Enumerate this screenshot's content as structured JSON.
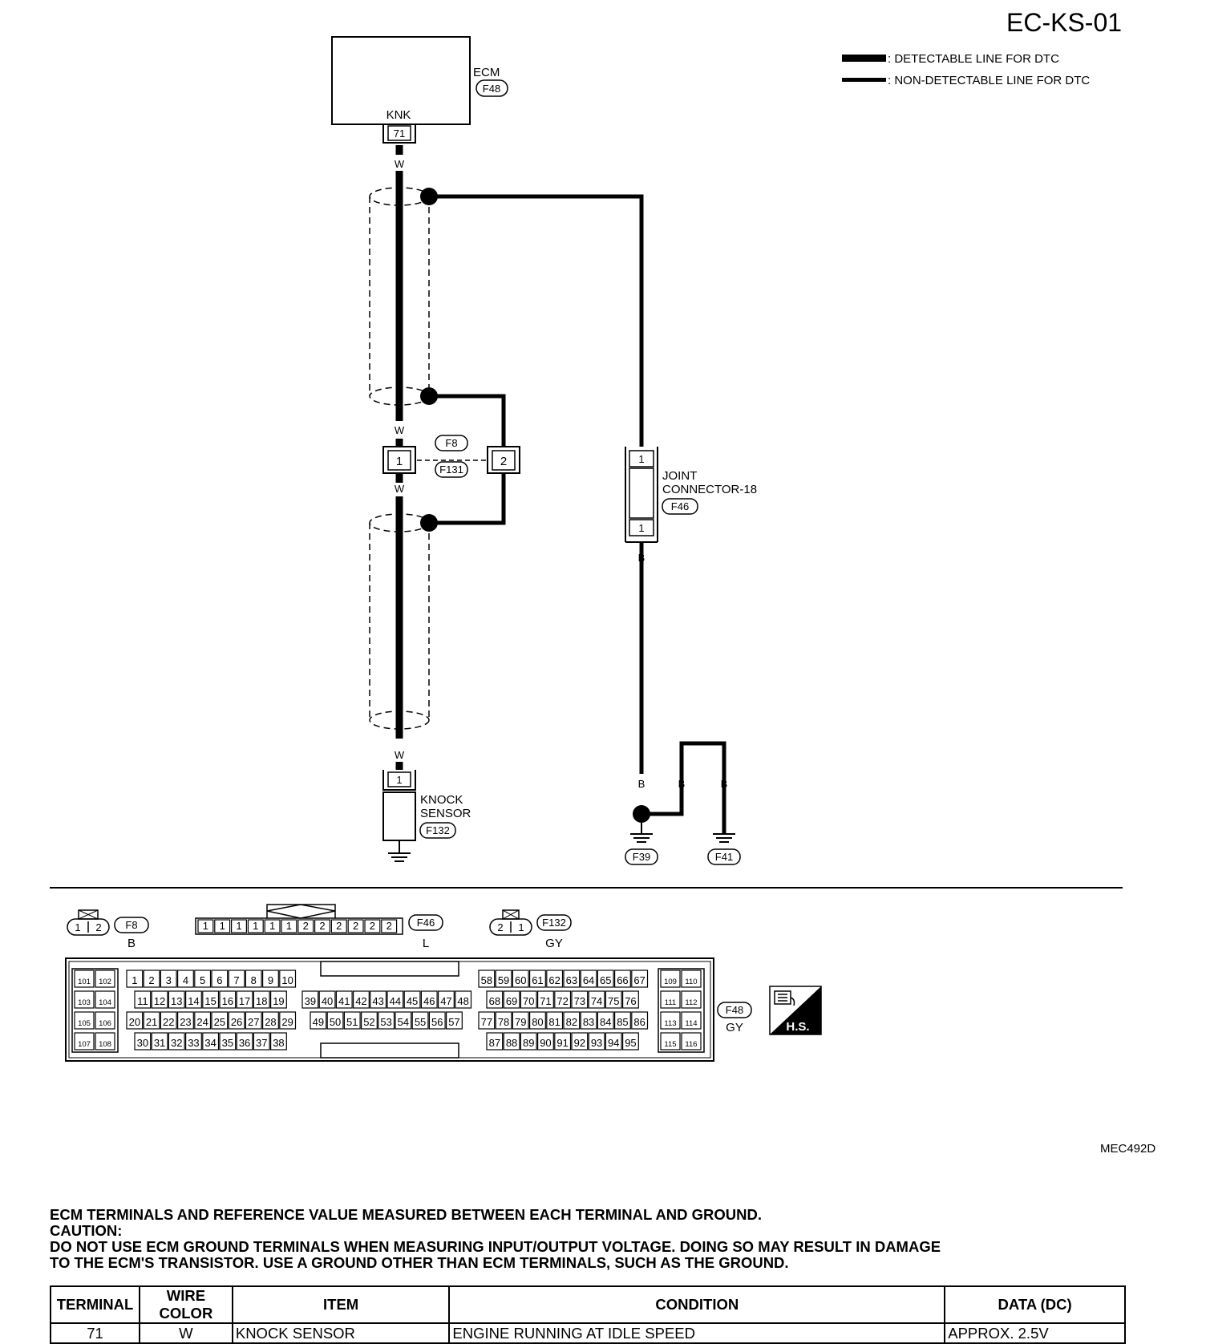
{
  "diagram_code": "EC-KS-01",
  "figure_id": "MEC492D",
  "legend": {
    "detectable": ": DETECTABLE LINE FOR DTC",
    "non_detectable": ": NON-DETECTABLE LINE FOR DTC"
  },
  "ecm": {
    "label": "ECM",
    "connector": "F48",
    "terminal_name": "KNK",
    "terminal": "71"
  },
  "wires": {
    "ecm_to_sensor": "W",
    "w2": "W",
    "w3": "W",
    "w4": "W",
    "ground_b1": "B",
    "ground_b2": "B",
    "ground_b3": "B",
    "ground_b4": "B"
  },
  "inline_connector": {
    "top": "F8",
    "bottom": "F131",
    "pin_left": "1",
    "pin_right": "2"
  },
  "joint_connector": {
    "label1": "JOINT",
    "label2": "CONNECTOR-18",
    "connector": "F46",
    "pin_top": "1",
    "pin_bottom": "1"
  },
  "knock_sensor": {
    "label1": "KNOCK",
    "label2": "SENSOR",
    "connector": "F132",
    "pin": "1"
  },
  "grounds": {
    "g1": "F39",
    "g2": "F41"
  },
  "connector_views": {
    "f8": {
      "id": "F8",
      "color": "B",
      "pins": [
        "1",
        "2"
      ]
    },
    "f46": {
      "id": "F46",
      "color": "L",
      "pins": [
        "1",
        "1",
        "1",
        "1",
        "1",
        "1",
        "2",
        "2",
        "2",
        "2",
        "2",
        "2"
      ]
    },
    "f132": {
      "id": "F132",
      "color": "GY",
      "pins": [
        "2",
        "1"
      ]
    },
    "f48": {
      "id": "F48",
      "color": "GY"
    }
  },
  "ecm_connector_pins": {
    "left_col1": [
      "101",
      "103",
      "105",
      "107"
    ],
    "left_col2": [
      "102",
      "104",
      "106",
      "108"
    ],
    "b1_row1": [
      "1",
      "2",
      "3",
      "4",
      "5",
      "6",
      "7",
      "8",
      "9",
      "10"
    ],
    "b1_row2": [
      "11",
      "12",
      "13",
      "14",
      "15",
      "16",
      "17",
      "18",
      "19"
    ],
    "b1_row3": [
      "20",
      "21",
      "22",
      "23",
      "24",
      "25",
      "26",
      "27",
      "28",
      "29"
    ],
    "b1_row4": [
      "30",
      "31",
      "32",
      "33",
      "34",
      "35",
      "36",
      "37",
      "38"
    ],
    "b2_row1": [
      "39",
      "40",
      "41",
      "42",
      "43",
      "44",
      "45",
      "46",
      "47",
      "48"
    ],
    "b2_row2": [
      "49",
      "50",
      "51",
      "52",
      "53",
      "54",
      "55",
      "56",
      "57"
    ],
    "b3_row1": [
      "58",
      "59",
      "60",
      "61",
      "62",
      "63",
      "64",
      "65",
      "66",
      "67"
    ],
    "b3_row2": [
      "68",
      "69",
      "70",
      "71",
      "72",
      "73",
      "74",
      "75",
      "76"
    ],
    "b3_row3": [
      "77",
      "78",
      "79",
      "80",
      "81",
      "82",
      "83",
      "84",
      "85",
      "86"
    ],
    "b3_row4": [
      "87",
      "88",
      "89",
      "90",
      "91",
      "92",
      "93",
      "94",
      "95"
    ],
    "right_col1": [
      "109",
      "111",
      "113",
      "115"
    ],
    "right_col2": [
      "110",
      "112",
      "114",
      "116"
    ]
  },
  "hs_badge": "H.S.",
  "notes": {
    "line1": "ECM TERMINALS AND REFERENCE VALUE MEASURED BETWEEN EACH TERMINAL AND GROUND.",
    "line2": "CAUTION:",
    "line3": "DO NOT USE ECM GROUND TERMINALS WHEN MEASURING INPUT/OUTPUT VOLTAGE. DOING SO MAY RESULT IN DAMAGE",
    "line4": "TO THE ECM'S TRANSISTOR. USE A GROUND OTHER THAN ECM TERMINALS, SUCH AS THE GROUND."
  },
  "table": {
    "headers": [
      "TERMINAL",
      "WIRE COLOR",
      "ITEM",
      "CONDITION",
      "DATA (DC)"
    ],
    "row": [
      "71",
      "W",
      "KNOCK SENSOR",
      "ENGINE RUNNING AT IDLE SPEED",
      "APPROX. 2.5V"
    ]
  }
}
